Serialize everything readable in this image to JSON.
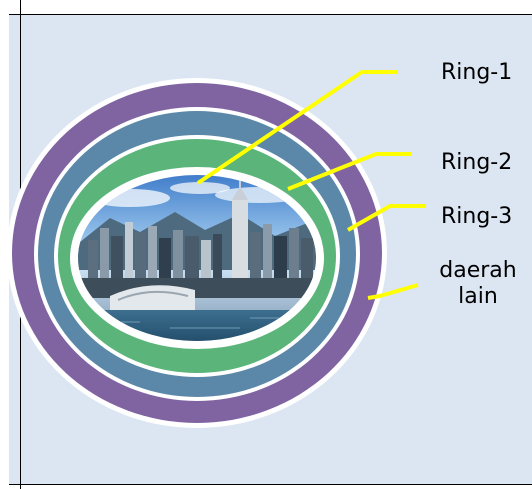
{
  "labels": {
    "ring1": "Ring-1",
    "ring2": "Ring-2",
    "ring3": "Ring-3",
    "other": "daerah lain"
  },
  "colors": {
    "background": "#dce6f2",
    "outer_ring": "#8064a2",
    "middle_ring": "#5b88a8",
    "inner_ring": "#5bb57a",
    "ring_separator": "#ffffff",
    "pointer_lines": "#ffff00"
  }
}
